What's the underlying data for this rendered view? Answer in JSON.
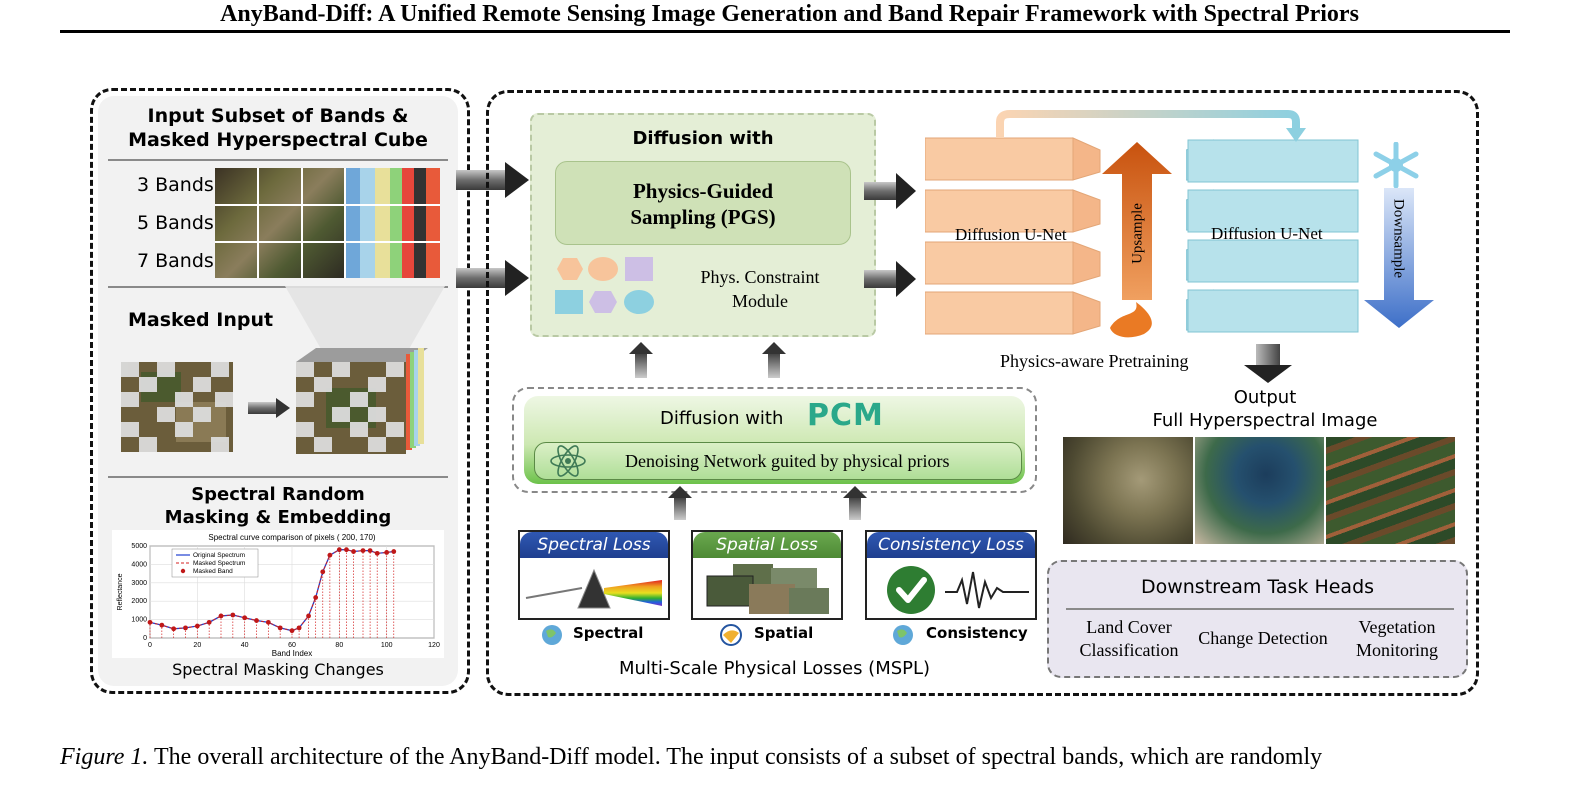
{
  "title": "AnyBand-Diff: A Unified Remote Sensing Image Generation and Band Repair Framework with Spectral Priors",
  "left_panel": {
    "input_heading_line1": "Input Subset of Bands &",
    "input_heading_line2": "Masked Hyperspectral Cube",
    "bands": [
      "3 Bands",
      "5 Bands",
      "7 Bands"
    ],
    "masked_input_label": "Masked Input",
    "masking_heading_line1": "Spectral Random",
    "masking_heading_line2": "Masking & Embedding",
    "footer_label": "Spectral Masking Changes"
  },
  "spectrum_chart": {
    "title": "Spectral curve comparison of pixels ( 200, 170)",
    "xlabel": "Band Index",
    "ylabel": "Reflectance",
    "x_ticks": [
      "0",
      "20",
      "40",
      "60",
      "80",
      "100",
      "120"
    ],
    "y_ticks": [
      "0",
      "1000",
      "2000",
      "3000",
      "4000",
      "5000"
    ],
    "legend": [
      "Original Spectrum",
      "Masked Spectrum",
      "Masked Band"
    ]
  },
  "chart_data": {
    "type": "line",
    "title": "Spectral curve comparison of pixels ( 200, 170)",
    "xlabel": "Band Index",
    "ylabel": "Reflectance",
    "xlim": [
      0,
      120
    ],
    "ylim": [
      0,
      5000
    ],
    "x": [
      0,
      5,
      10,
      15,
      20,
      25,
      30,
      35,
      40,
      45,
      50,
      55,
      60,
      63,
      67,
      70,
      73,
      76,
      80,
      83,
      86,
      90,
      93,
      96,
      100,
      103
    ],
    "series": [
      {
        "name": "Original Spectrum",
        "values": [
          850,
          700,
          500,
          550,
          650,
          850,
          1200,
          1250,
          1100,
          950,
          850,
          550,
          400,
          550,
          1200,
          2200,
          3600,
          4500,
          4800,
          4800,
          4700,
          4750,
          4750,
          4600,
          4650,
          4700
        ]
      },
      {
        "name": "Masked Spectrum",
        "values": [
          850,
          700,
          500,
          550,
          650,
          850,
          1200,
          1250,
          1100,
          950,
          850,
          550,
          400,
          550,
          1200,
          2200,
          3600,
          4500,
          4800,
          4800,
          4700,
          4750,
          4750,
          4600,
          4650,
          4700
        ]
      }
    ],
    "grid": true,
    "legend_position": "top-left",
    "colors": {
      "original": "#1f3fd0",
      "masked": "#d42020"
    }
  },
  "diffusion_pgs": {
    "title": "Diffusion with",
    "pgs_line1": "Physics-Guided",
    "pgs_line2": "Sampling (PGS)",
    "constraint_line1": "Phys. Constraint",
    "constraint_line2": "Module"
  },
  "unets": {
    "left_label": "Diffusion U-Net",
    "right_label": "Diffusion U-Net",
    "upsample": "Upsample",
    "downsample": "Downsample",
    "pretraining": "Physics-aware Pretraining"
  },
  "pcm": {
    "prefix": "Diffusion with",
    "name": "PCM",
    "denoise": "Denoising Network guited by physical priors"
  },
  "losses": {
    "cards": [
      {
        "head": "Spectral Loss",
        "label": "Spectral"
      },
      {
        "head": "Spatial Loss",
        "label": "Spatial"
      },
      {
        "head": "Consistency Loss",
        "label": "Consistency"
      }
    ],
    "footer": "Multi-Scale Physical Losses (MSPL)"
  },
  "output": {
    "line1": "Output",
    "line2": "Full Hyperspectral Image"
  },
  "downstream": {
    "title": "Downstream Task Heads",
    "task1_line1": "Land Cover",
    "task1_line2": "Classification",
    "task2": "Change Detection",
    "task3_line1": "Vegetation",
    "task3_line2": "Monitoring"
  },
  "caption": {
    "label": "Figure 1.",
    "text": "The overall architecture of the AnyBand-Diff model. The input consists of a subset of spectral bands, which are randomly"
  },
  "colors": {
    "green_panel": "#e4eed6",
    "orange_unet": "#f7c49b",
    "blue_unet": "#a9dbe6",
    "loss_header_blue": "#2f58b3",
    "loss_header_green": "#6aa84f",
    "pcm_text": "#2aa88a",
    "upsample_arrow": "#d86a1e",
    "downsample_arrow": "#4a78c8"
  }
}
